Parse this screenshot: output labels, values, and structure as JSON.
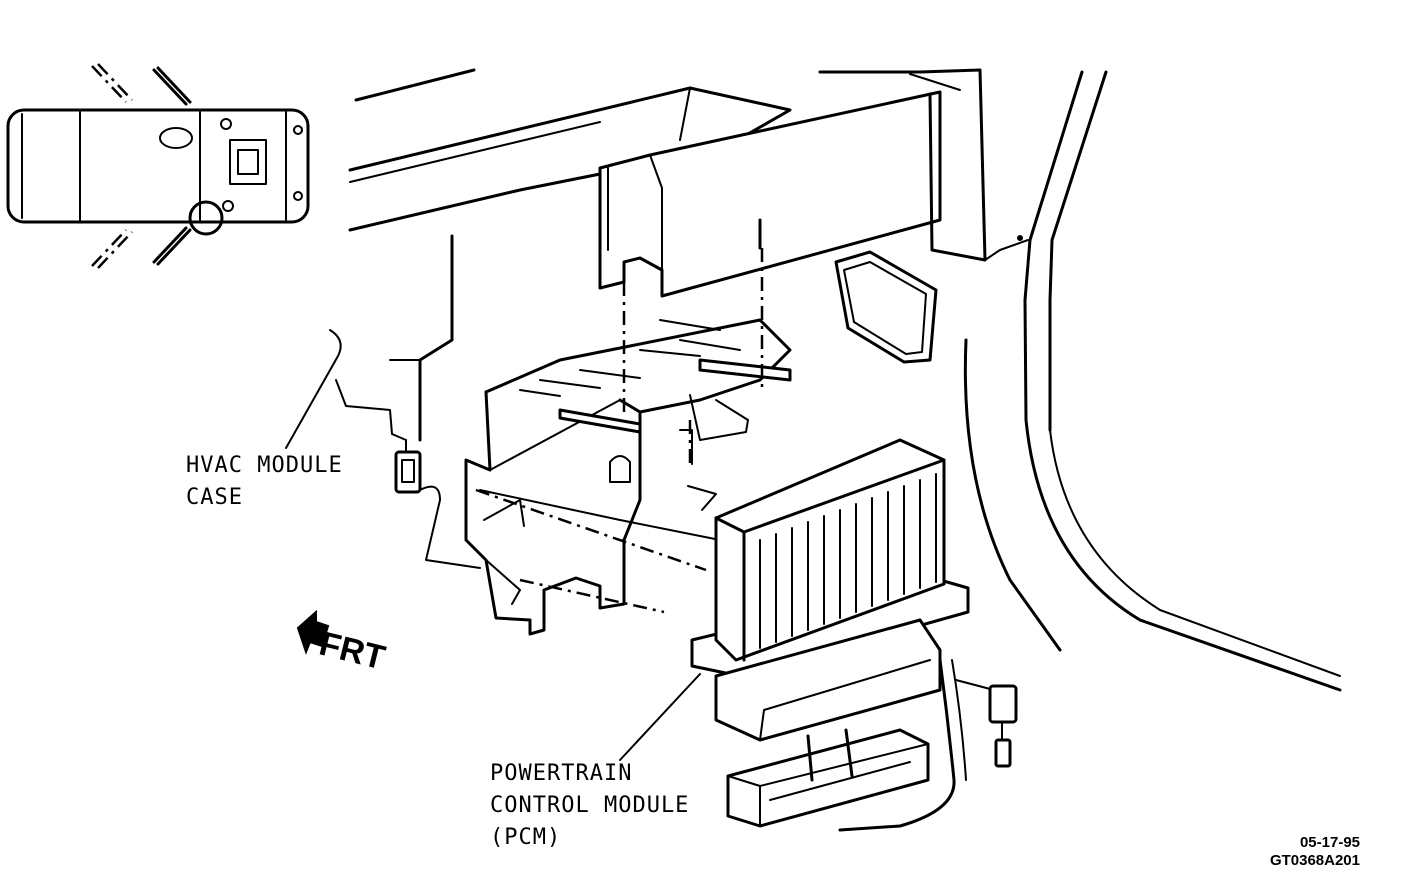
{
  "labels": {
    "hvac_line1": "HVAC MODULE",
    "hvac_line2": "CASE",
    "pcm_line1": "POWERTRAIN",
    "pcm_line2": "CONTROL MODULE",
    "pcm_line3": "(PCM)",
    "frt": "FRT",
    "date_code": "05-17-95",
    "figure_code": "GT0368A201"
  }
}
